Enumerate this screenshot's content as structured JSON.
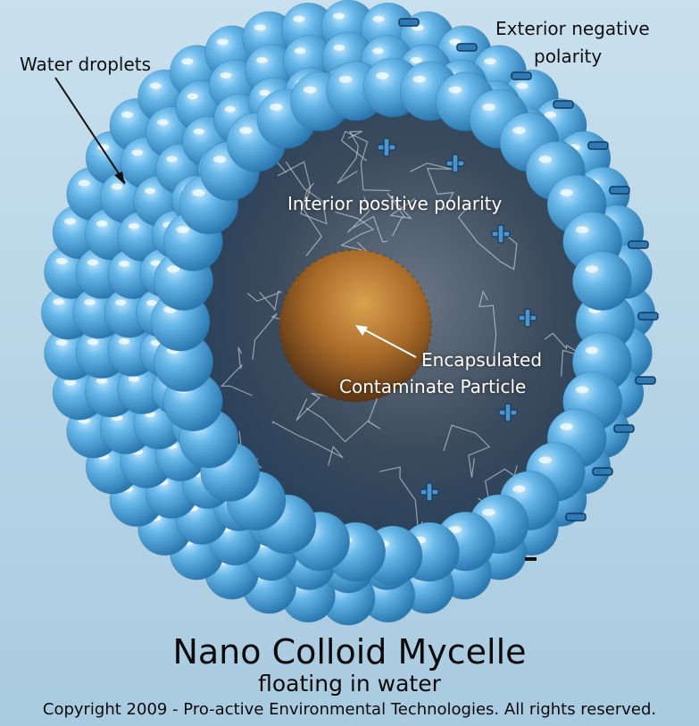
{
  "labels": {
    "water_droplets": "Water droplets",
    "exterior_line1": "Exterior negative",
    "exterior_line2": "polarity",
    "interior": "Interior positive polarity",
    "encapsulated_line1": "Encapsulated",
    "encapsulated_line2": "Contaminate Particle"
  },
  "title": "Nano Colloid Mycelle",
  "subtitle": "floating in water",
  "copyright": "Copyright 2009 - Pro-active Environmental Technologies. All rights reserved.",
  "colors": {
    "droplet": "#5fb0e3",
    "droplet_dark": "#2d7fb8",
    "interior": "#3a4a5e",
    "particle": "#b0742c",
    "negative_sign": "#2f79b5",
    "positive_sign": "#4d93cc"
  },
  "icons": [
    "minus-sign-icon",
    "plus-sign-icon"
  ]
}
